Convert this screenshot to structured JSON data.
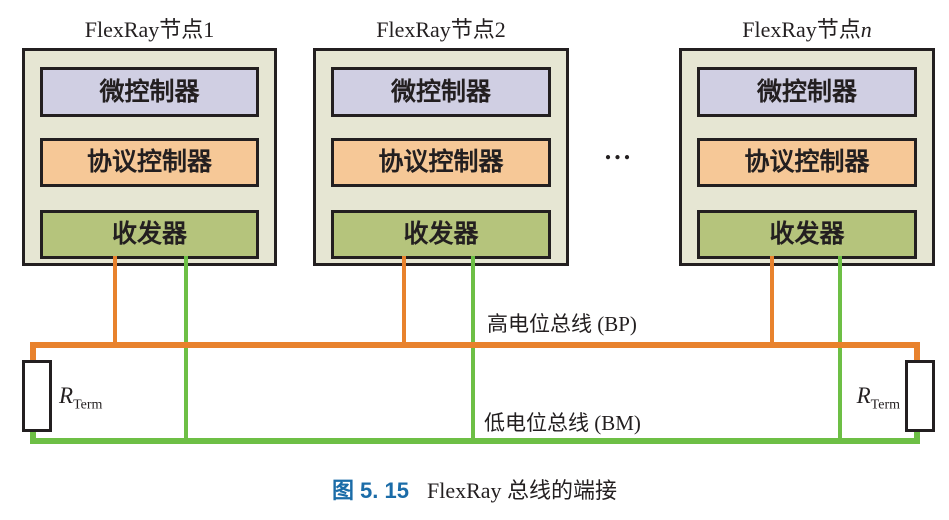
{
  "diagram": {
    "nodes": [
      {
        "title_prefix": "FlexRay节点",
        "title_suffix": "1",
        "layers": [
          "微控制器",
          "协议控制器",
          "收发器"
        ]
      },
      {
        "title_prefix": "FlexRay节点",
        "title_suffix": "2",
        "layers": [
          "微控制器",
          "协议控制器",
          "收发器"
        ]
      },
      {
        "title_prefix": "FlexRay节点",
        "title_suffix": "n",
        "layers": [
          "微控制器",
          "协议控制器",
          "收发器"
        ]
      }
    ],
    "ellipsis": "...",
    "bus": {
      "bp_label": "高电位总线 (BP)",
      "bm_label": "低电位总线 (BM)"
    },
    "resistor_left": {
      "symbol": "R",
      "subscript": "Term"
    },
    "resistor_right": {
      "symbol": "R",
      "subscript": "Term"
    },
    "caption": {
      "number": "图 5. 15",
      "title": "FlexRay 总线的端接"
    }
  },
  "colors": {
    "node_bg": "#e6e6d3",
    "microcontroller_fill": "#d0cfe3",
    "protocol_fill": "#f6c897",
    "transceiver_fill": "#b5c47c",
    "bp_line": "#e8822d",
    "bm_line": "#6dbf45",
    "border": "#231f20",
    "caption_accent": "#1b6ca8"
  }
}
